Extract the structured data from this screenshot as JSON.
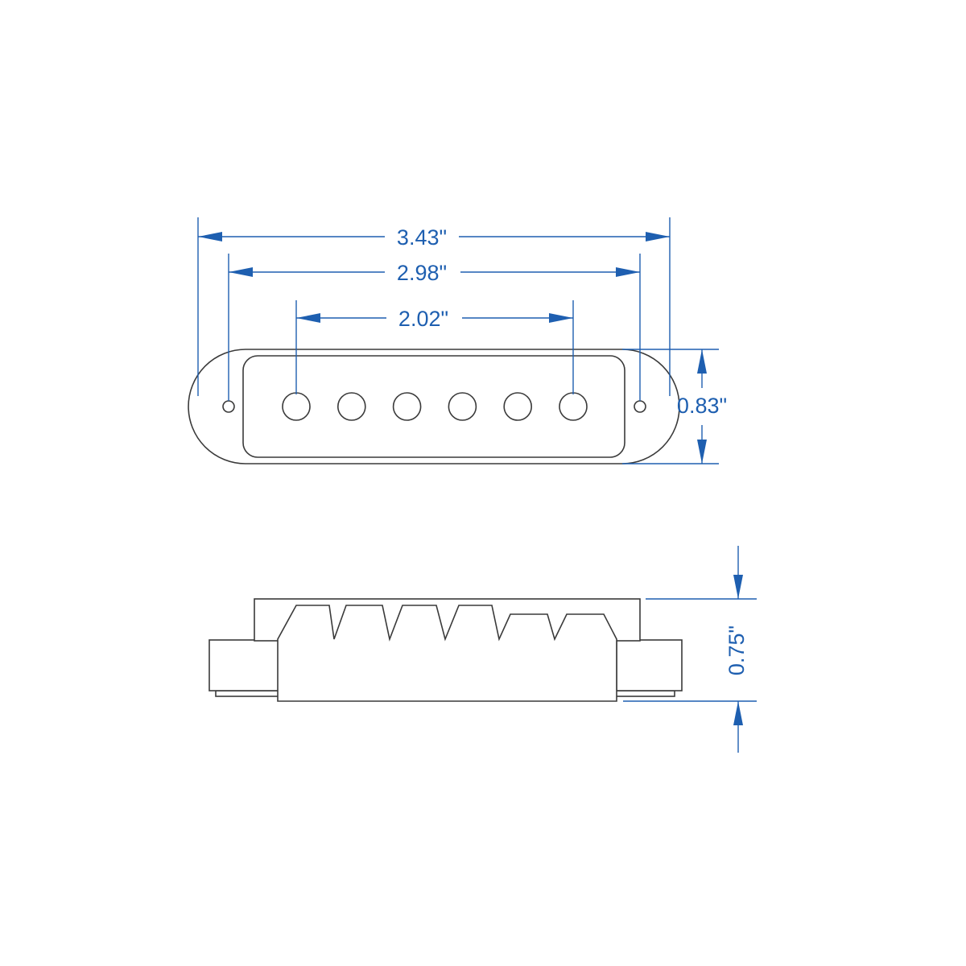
{
  "dimensions": {
    "overall_length": "3.43\"",
    "mounting_hole_spacing": "2.98\"",
    "pole_piece_span": "2.02\"",
    "width": "0.83\"",
    "height": "0.75\""
  },
  "colors": {
    "dimension": "#1e5fb0",
    "outline": "#3a3a3a",
    "background": "#ffffff"
  },
  "pole_piece_count": 6
}
